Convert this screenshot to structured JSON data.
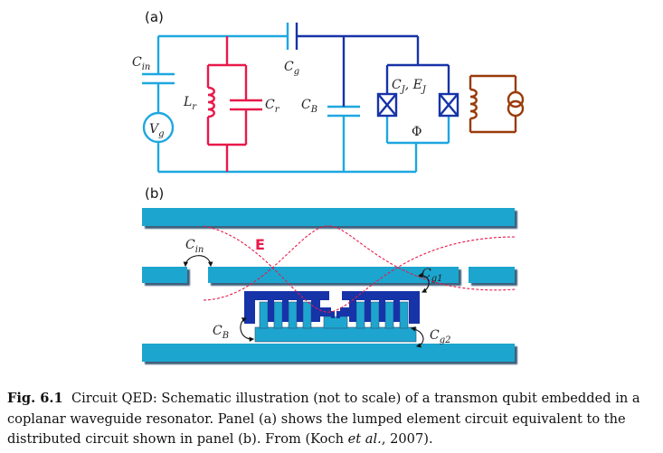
{
  "panels": {
    "a_label": "(a)",
    "b_label": "(b)"
  },
  "circuit_labels": {
    "cin_main": "C",
    "cin_sub": "in",
    "cg_main": "C",
    "cg_sub": "g",
    "lr_main": "L",
    "lr_sub": "r",
    "cr_main": "C",
    "cr_sub": "r",
    "cb_main": "C",
    "cb_sub": "B",
    "cj_main": "C",
    "cj_sub": "J",
    "sep": ", ",
    "ej_main": "E",
    "ej_sub": "J",
    "vg_main": "V",
    "vg_sub": "g",
    "phi": "Φ"
  },
  "device_labels": {
    "cin_main": "C",
    "cin_sub": "in",
    "e_field": "E",
    "cg1_main": "C",
    "cg1_sub": "g1",
    "cg2_main": "C",
    "cg2_sub": "g2",
    "cb_main": "C",
    "cb_sub": "B"
  },
  "colors": {
    "resonator_wire": "#1ea7e0",
    "resonator_element": "#e8194a",
    "qubit_wire": "#1733a8",
    "coupled_element": "#9a3b0a",
    "waveguide": "#1ea5cf",
    "waveguide_shadow": "#2c4f6e"
  },
  "caption": {
    "fig_label": "Fig. 6.1",
    "text_before_italic": "Circuit QED: Schematic illustration (not to scale) of a transmon qubit embedded in a coplanar waveguide resonator. Panel (a) shows the lumped element circuit equivalent to the distributed circuit shown in panel (b). From (Koch ",
    "italic": "et al.",
    "text_after_italic": ", 2007)."
  }
}
